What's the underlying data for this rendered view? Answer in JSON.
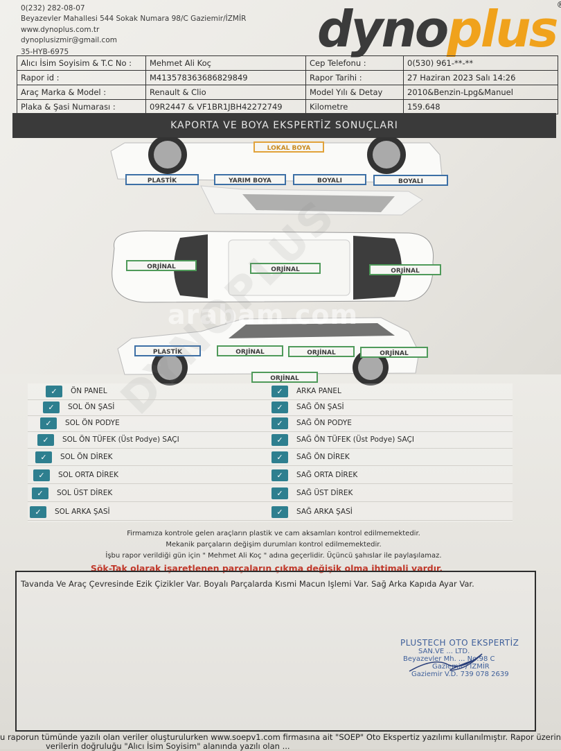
{
  "company": {
    "phone": "0(232) 282-08-07",
    "address": "Beyazevler Mahallesi 544 Sokak Numara 98/C Gaziemir/İZMİR",
    "website": "www.dynoplus.com.tr",
    "email": "dynoplusizmir@gmail.com",
    "code": "35-HYB-6975",
    "logo_part1": "dyno",
    "logo_part2": "plus",
    "logo_mark": "®"
  },
  "info_table": {
    "rows": [
      {
        "label_left": "Alıcı İsim Soyisim & T.C No :",
        "value_left": "Mehmet Ali Koç",
        "label_right": "Cep Telefonu :",
        "value_right": "0(530) 961-**-**"
      },
      {
        "label_left": "Rapor id :",
        "value_left": "M413578363686829849",
        "label_right": "Rapor Tarihi :",
        "value_right": "27 Haziran 2023 Salı 14:26"
      },
      {
        "label_left": "Araç Marka & Model :",
        "value_left": "Renault & Clio",
        "label_right": "Model Yılı & Detay",
        "value_right": "2010&Benzin-Lpg&Manuel"
      },
      {
        "label_left": "Plaka & Şasi Numarası :",
        "value_left": "09R2447 & VF1BR1JBH42272749",
        "label_right": "Kilometre",
        "value_right": "159.648"
      }
    ]
  },
  "banner_title": "KAPORTA VE BOYA EKSPERTİZ SONUÇLARI",
  "watermark_mid": "arabam.com",
  "watermark_diag": "DYNOPLUS",
  "car_tags": {
    "lokal_boya": "LOKAL BOYA",
    "plastik_top": "PLASTİK",
    "yarim_boya": "YARIM BOYA",
    "boyali_1": "BOYALI",
    "boyali_2": "BOYALI",
    "orjinal_left": "ORJİNAL",
    "orjinal_center": "ORJİNAL",
    "orjinal_right": "ORJİNAL",
    "plastik_bottom": "PLASTİK",
    "orjinal_b1": "ORJİNAL",
    "orjinal_b2": "ORJİNAL",
    "orjinal_b3": "ORJİNAL",
    "orjinal_b4": "ORJİNAL"
  },
  "checklist": {
    "check_mark": "✓",
    "left": [
      "ÖN PANEL",
      "SOL ÖN ŞASİ",
      "SOL ÖN PODYE",
      "SOL ÖN TÜFEK (Üst Podye) SAÇI",
      "SOL ÖN DİREK",
      "SOL ORTA DİREK",
      "SOL ÜST DİREK",
      "SOL ARKA ŞASİ"
    ],
    "right": [
      "ARKA PANEL",
      "SAĞ ÖN ŞASİ",
      "SAĞ ÖN PODYE",
      "SAĞ ÖN TÜFEK (Üst Podye) SAÇI",
      "SAĞ ÖN DİREK",
      "SAĞ ORTA DİREK",
      "SAĞ ÜST DİREK",
      "SAĞ ARKA ŞASİ"
    ]
  },
  "notes": [
    "Firmamıza kontrole gelen araçların plastik ve cam aksamları kontrol edilmemektedir.",
    "Mekanik parçaların değişim durumları kontrol edilmemektedir.",
    "İşbu rapor verildiği gün için \" Mehmet Ali Koç \" adına geçerlidir. Üçüncü şahıslar ile paylaşılamaz."
  ],
  "warning": "Sök-Tak olarak işaretlenen parçaların çıkma değişik olma ihtimali vardır.",
  "comment": "Tavanda Ve Araç Çevresinde Ezik Çizikler Var. Boyalı Parçalarda Kısmi Macun Işlemi Var. Sağ Arka Kapıda Ayar Var.",
  "stamp": {
    "line1": "PLUSTECH OTO EKSPERTİZ",
    "line2": "SAN.VE ... LTD.",
    "line3": "Beyazevler Mh. ... No:98 C",
    "line4": "Gaziemir / İZMİR",
    "line5": "Gaziemir V.D. 739 078 2639"
  },
  "footer": {
    "line1": "u raporun tümünde yazılı olan veriler oluşturulurken www.soepv1.com firmasına ait \"SOEP\" Oto Ekspertiz yazılımı kullanılmıştır. Rapor üzerindeki",
    "line2": "verilerin doğruluğu \"Alıcı İsim Soyisim\" alanında yazılı olan ..."
  },
  "colors": {
    "accent_orange": "#f0a21c",
    "checkbox_teal": "#2e7f8f",
    "warning_red": "#c0392b",
    "tag_blue": "#3c6fa5",
    "tag_green": "#4f9a5a"
  }
}
